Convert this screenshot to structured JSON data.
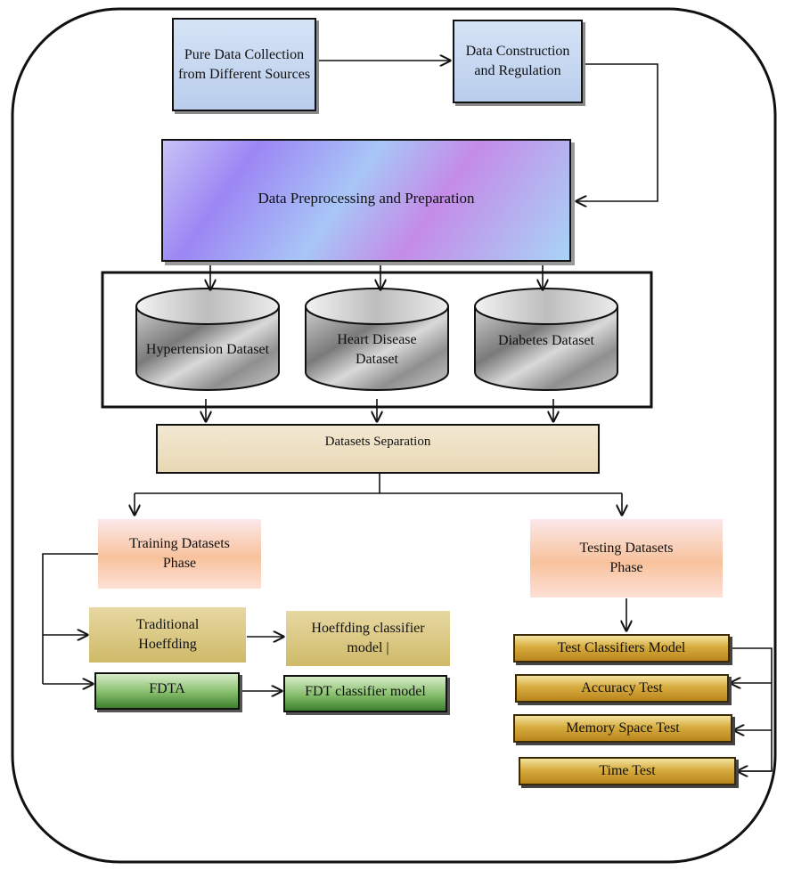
{
  "nodes": {
    "pure_data": "Pure Data Collection from Different Sources",
    "data_construction": "Data Construction and Regulation",
    "preprocessing": "Data Preprocessing and Preparation",
    "hypertension": "Hypertension Dataset",
    "heart_disease": "Heart Disease Dataset",
    "diabetes": "Diabetes Dataset",
    "separation": "Datasets Separation",
    "training": "Training Datasets Phase",
    "testing": "Testing Datasets Phase",
    "traditional_hoeffding": "Traditional Hoeffding",
    "hoeffding_model": "Hoeffding classifier model |",
    "fdta": "FDTA",
    "fdt_model": "FDT classifier model",
    "test_classifiers": "Test Classifiers Model",
    "accuracy_test": "Accuracy Test",
    "memory_test": "Memory Space Test",
    "time_test": "Time Test"
  },
  "colors": {
    "frame": "#111111",
    "box_blue": "#c5d6f0",
    "cylinder": "#9a9a9a",
    "cream": "#eddfc2",
    "peach": "#f8c29c",
    "gold": "#d7ac3e",
    "green": "#5c9b45"
  }
}
